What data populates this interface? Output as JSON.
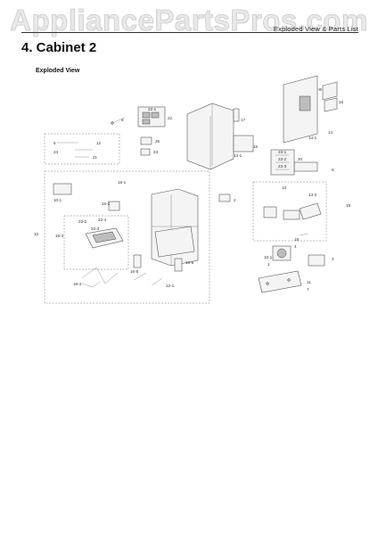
{
  "watermark": {
    "text": "AppliancePartsPros.com"
  },
  "header": {
    "text": "Exploded View & Parts List"
  },
  "title": "4.  Cabinet 2",
  "subtitle": "Exploded View",
  "callouts": {
    "c1": "1",
    "c2": "2",
    "c3": "3",
    "c4": "4",
    "c5": "5",
    "c6": "6",
    "c7": "7",
    "c8": "8",
    "c9": "9",
    "c10": "10",
    "c11": "11",
    "c12": "12",
    "c13": "13",
    "c14": "14",
    "c15": "15",
    "c16": "16",
    "c17": "17",
    "c18": "18",
    "c19": "19",
    "c20": "20",
    "c21": "21",
    "c22": "22",
    "c23": "23",
    "c24": "24",
    "c25": "25",
    "c10_1": "10-1",
    "c12_1": "12-1",
    "c13_1": "13-1",
    "c13_2": "13-2",
    "c14_1": "14-1",
    "c16_1": "16-1",
    "c16_2": "16-2",
    "c16_3": "16-3",
    "c16_4": "16-4",
    "c16_5": "16-5",
    "c16_6": "16-6",
    "c22_1": "22-1",
    "c22_2": "22-2",
    "c22_3": "22-3",
    "c22_4": "22-4",
    "c23_1": "23-1",
    "c23_2": "23-2",
    "c23_3": "23-3"
  }
}
